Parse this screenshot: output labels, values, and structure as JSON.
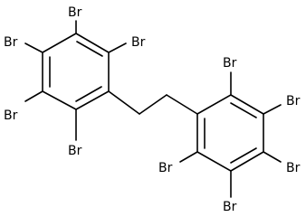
{
  "molecule": {
    "atoms": {
      "br_left_top": "Br",
      "br_left_topleft": "Br",
      "br_left_topright": "Br",
      "br_left_bottomleft": "Br",
      "br_left_bottom": "Br",
      "br_right_top": "Br",
      "br_right_topright": "Br",
      "br_right_bottomright": "Br",
      "br_right_bottomleft": "Br",
      "br_right_bottom": "Br"
    },
    "colors": {
      "bond": "#000000",
      "label": "#000000",
      "background": "#ffffff"
    }
  }
}
